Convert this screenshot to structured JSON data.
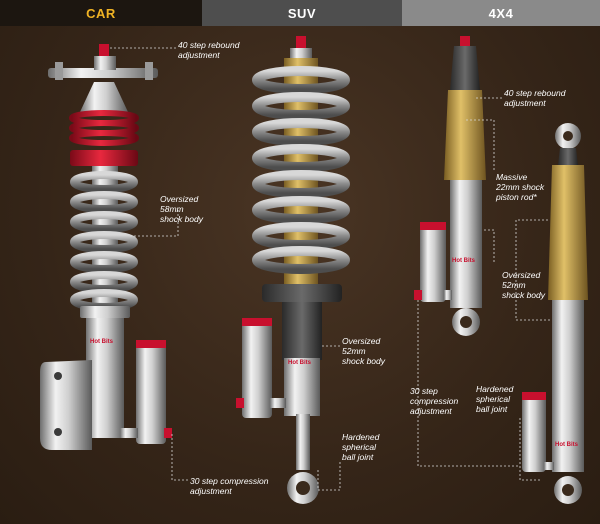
{
  "tabs": [
    {
      "label": "CAR",
      "active": true
    },
    {
      "label": "SUV",
      "active": false
    },
    {
      "label": "4X4",
      "active": false
    }
  ],
  "callouts": {
    "car_rebound": "40 step rebound\nadjustment",
    "car_shock_body": "Oversized\n58mm\nshock body",
    "car_compression": "30 step compression\nadjustment",
    "suv_shock_body": "Oversized\n52mm\nshock body",
    "suv_ball_joint": "Hardened\nspherical\nball joint",
    "x4_rebound": "40 step rebound\nadjustment",
    "x4_piston_rod": "Massive\n22mm shock\npiston rod*",
    "x4_shock_body": "Oversized\n52mm\nshock body",
    "x4_compression": "30 step\ncompression\nadjustment",
    "x4_ball_joint": "Hardened\nspherical\nball joint"
  },
  "colors": {
    "accent_gold": "#f0b324",
    "adjuster_red": "#c8102e",
    "spring_gray": "#8c8c8c",
    "boot_gold": "#b8943a",
    "background": "#3a2a1c"
  }
}
